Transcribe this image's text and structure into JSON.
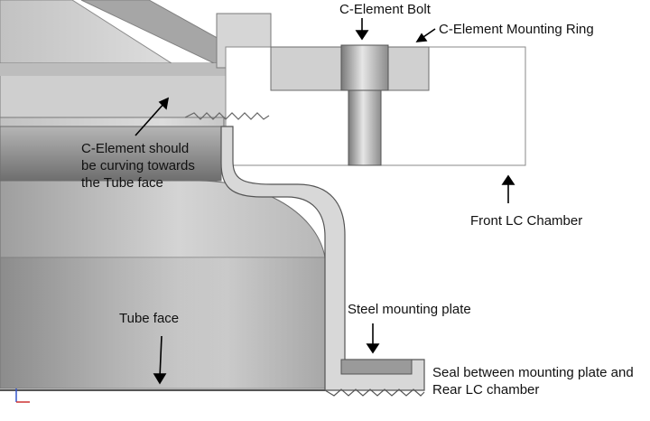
{
  "labels": {
    "bolt": "C-Element Bolt",
    "ring": "C-Element Mounting Ring",
    "curving": [
      "C-Element should",
      "be curving towards",
      "the Tube face"
    ],
    "front_chamber": "Front LC Chamber",
    "steel_plate": "Steel mounting plate",
    "tube_face": "Tube face",
    "seal": [
      "Seal between mounting plate and",
      "Rear LC chamber"
    ]
  },
  "colors": {
    "metal_light": "#d9d9d9",
    "metal_mid": "#bdbdbd",
    "metal_dark": "#8f8f8f",
    "outline": "#555555",
    "arrow": "#000000"
  }
}
